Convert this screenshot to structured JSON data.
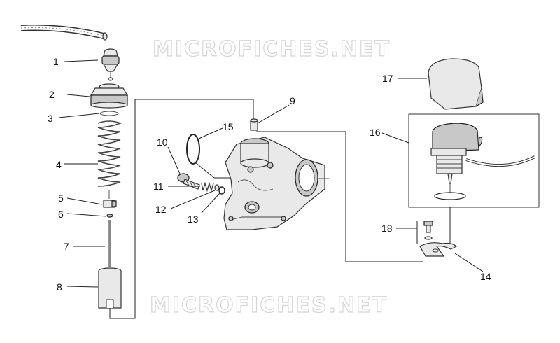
{
  "watermarks": [
    "MICROFICHES.NET",
    "MICROFICHES.NET"
  ],
  "parts": [
    {
      "id": "p1",
      "number": "1"
    },
    {
      "id": "p2",
      "number": "2"
    },
    {
      "id": "p3",
      "number": "3"
    },
    {
      "id": "p4",
      "number": "4"
    },
    {
      "id": "p5",
      "number": "5"
    },
    {
      "id": "p6",
      "number": "6"
    },
    {
      "id": "p7",
      "number": "7"
    },
    {
      "id": "p8",
      "number": "8"
    },
    {
      "id": "p9",
      "number": "9"
    },
    {
      "id": "p10",
      "number": "10"
    },
    {
      "id": "p11",
      "number": "11"
    },
    {
      "id": "p12",
      "number": "12"
    },
    {
      "id": "p13",
      "number": "13"
    },
    {
      "id": "p14",
      "number": "14"
    },
    {
      "id": "p15",
      "number": "15"
    },
    {
      "id": "p16",
      "number": "16"
    },
    {
      "id": "p17",
      "number": "17"
    },
    {
      "id": "p18",
      "number": "18"
    }
  ]
}
